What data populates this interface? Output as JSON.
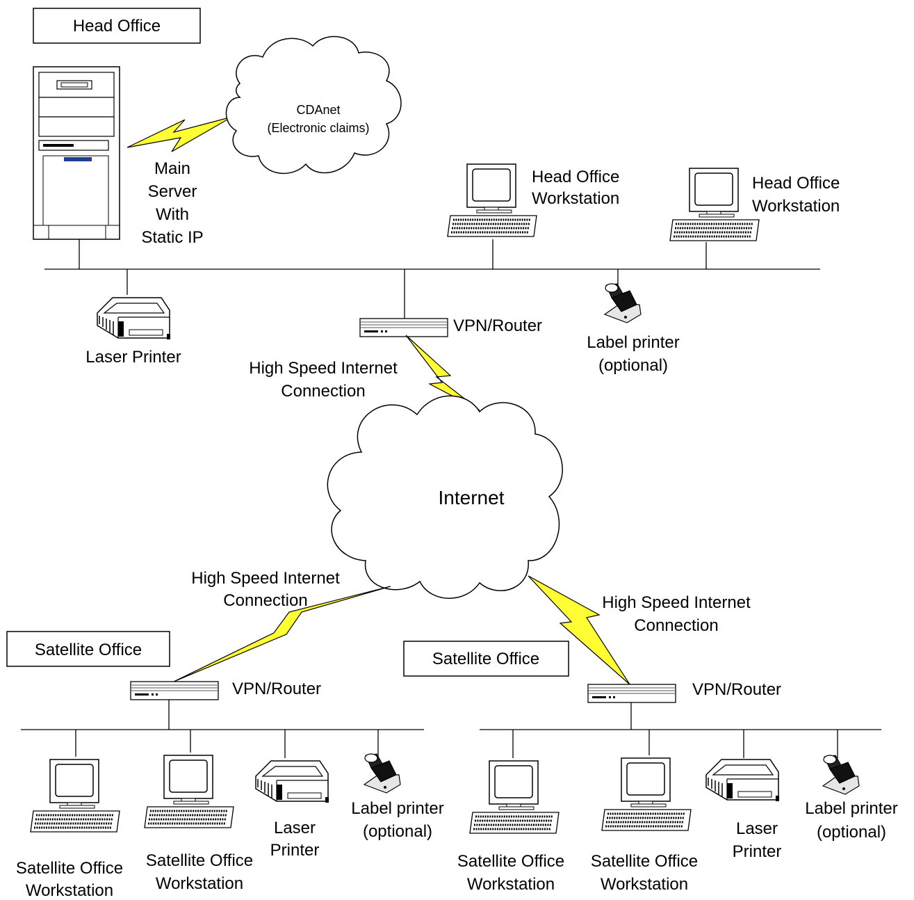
{
  "head_office": {
    "title": "Head Office",
    "server_label": [
      "Main",
      "Server",
      "With",
      "Static IP"
    ],
    "cdanet_label": [
      "CDAnet",
      "(Electronic claims)"
    ],
    "workstation_label": [
      "Head",
      "Office",
      "Workstation"
    ],
    "workstation_lines": [
      "Head Office",
      "Workstation"
    ],
    "laser_printer_label": "Laser Printer",
    "vpn_router_label": "VPN/Router",
    "label_printer_label": [
      "Label printer",
      "(optional)"
    ],
    "connection_label": [
      "High Speed Internet",
      "Connection"
    ]
  },
  "internet_label": "Internet",
  "satellite_left": {
    "title": "Satellite Office",
    "connection_label": [
      "High Speed Internet",
      "Connection"
    ],
    "vpn_router_label": "VPN/Router",
    "workstation_label": [
      "Satellite Office",
      "Workstation"
    ],
    "laser_printer_label": [
      "Laser",
      "Printer"
    ],
    "label_printer_label": [
      "Label printer",
      "(optional)"
    ]
  },
  "satellite_right": {
    "title": "Satellite Office",
    "connection_label": [
      "High Speed Internet",
      "Connection"
    ],
    "vpn_router_label": "VPN/Router",
    "workstation_label": [
      "Satellite Office",
      "Workstation"
    ],
    "laser_printer_label": [
      "Laser",
      "Printer"
    ],
    "label_printer_label": [
      "Label printer",
      "(optional)"
    ]
  },
  "colors": {
    "lightning": "#ffff33",
    "router_stripe": "#555555",
    "server_badge": "#1f3f8f"
  }
}
